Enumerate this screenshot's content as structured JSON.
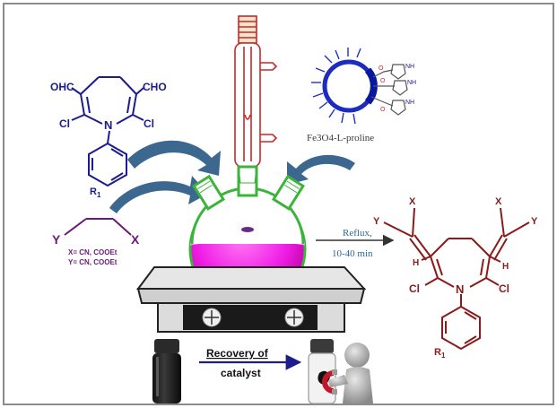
{
  "colors": {
    "border": "#7a7a7a",
    "navy": "#1c1c8c",
    "dark_red": "#8b1a1a",
    "purple": "#6a1a78",
    "flask_pink": "#f01ee6",
    "flask_green": "#3cb43c",
    "condenser_red": "#c82828",
    "arrow_blue": "#3c6890",
    "particle_blue": "#2030c8"
  },
  "left_molecule": {
    "cho_left": "OHC",
    "cho_right": "CHO",
    "cl_left": "Cl",
    "cl_right": "Cl",
    "nitrogen": "N",
    "substituent": "R",
    "substituent_sub": "1"
  },
  "reagent": {
    "y": "Y",
    "x": "X",
    "x_def": "X= CN, COOEt",
    "y_def": "Y= CN, COOEt"
  },
  "catalyst": {
    "name": "Fe3O4-L-proline",
    "nh": "NH",
    "o": "O"
  },
  "reaction": {
    "reflux": "Reflux,",
    "time": "10-40 min"
  },
  "product": {
    "x1": "X",
    "x2": "X",
    "y1": "Y",
    "y2": "Y",
    "h1": "H",
    "h2": "H",
    "cl_left": "Cl",
    "cl_right": "Cl",
    "nitrogen": "N",
    "substituent": "R",
    "substituent_sub": "1"
  },
  "recovery": {
    "line1": "Recovery of",
    "line2": "catalyst"
  },
  "icons": [
    "round-bottom-flask",
    "reflux-condenser",
    "hot-plate-stirrer",
    "magnetic-nanoparticle",
    "vial-dark",
    "vial-clear",
    "magnet-figure"
  ]
}
